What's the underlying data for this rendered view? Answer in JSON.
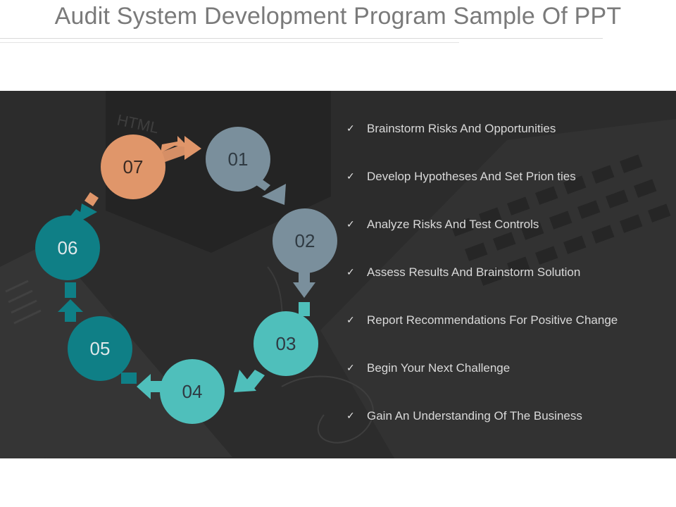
{
  "slide": {
    "title": "Audit System Development Program Sample Of PPT"
  },
  "colors": {
    "orange": "#e0966a",
    "slate": "#7a8f9c",
    "aqua": "#4fbfbb",
    "teal_dark": "#0f7f86",
    "panel": "#333333"
  },
  "icons": {
    "check": "check-icon",
    "arrow": "arrow-icon"
  },
  "cycle": {
    "steps": [
      {
        "label": "01",
        "color": "#7a8f9c"
      },
      {
        "label": "02",
        "color": "#7a8f9c"
      },
      {
        "label": "03",
        "color": "#4fbfbb"
      },
      {
        "label": "04",
        "color": "#4fbfbb"
      },
      {
        "label": "05",
        "color": "#0f7f86"
      },
      {
        "label": "06",
        "color": "#0f7f86"
      },
      {
        "label": "07",
        "color": "#e0966a"
      }
    ]
  },
  "list": {
    "check_glyph": "✓",
    "items": [
      "Brainstorm Risks And Opportunities",
      "Develop Hypotheses And Set Prion ties",
      "Analyze Risks And Test Controls",
      "Assess Results And Brainstorm Solution",
      "Report Recommendations For Positive Change",
      "Begin Your Next Challenge",
      "Gain An Understanding Of The Business"
    ]
  }
}
